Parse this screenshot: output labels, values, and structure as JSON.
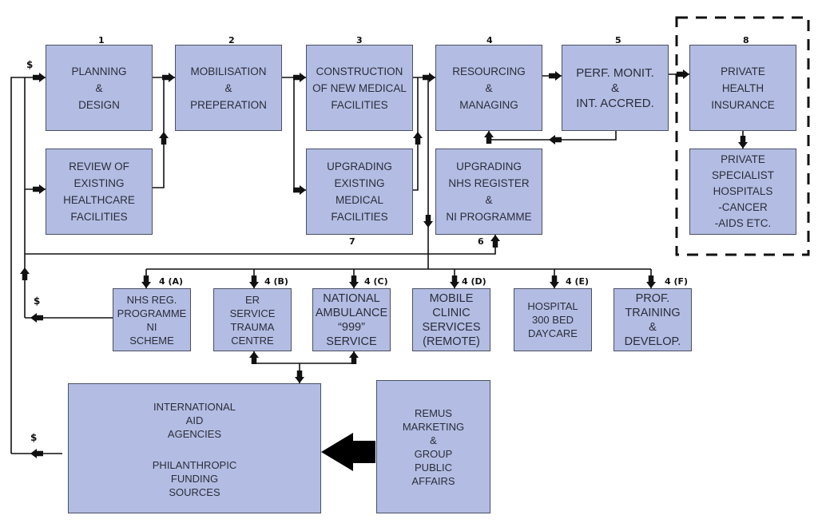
{
  "diagram": {
    "colors": {
      "box_fill": "#b3bde3",
      "box_border": "#4a4f63",
      "line": "#111111",
      "text": "#2a2d3a"
    },
    "stages": [
      {
        "id": "1",
        "number": "1",
        "lines": [
          "PLANNING",
          "&",
          "DESIGN"
        ]
      },
      {
        "id": "2",
        "number": "2",
        "lines": [
          "MOBILISATION",
          "&",
          "PREPERATION"
        ]
      },
      {
        "id": "3",
        "number": "3",
        "lines": [
          "CONSTRUCTION",
          "OF NEW MEDICAL",
          "FACILITIES"
        ]
      },
      {
        "id": "4",
        "number": "4",
        "lines": [
          "RESOURCING",
          "&",
          "MANAGING"
        ]
      },
      {
        "id": "5",
        "number": "5",
        "lines": [
          "PERF. MONIT.",
          "&",
          "INT. ACCRED."
        ]
      },
      {
        "id": "8",
        "number": "8",
        "lines": [
          "PRIVATE",
          "HEALTH",
          "INSURANCE"
        ]
      }
    ],
    "secondary": [
      {
        "id": "review",
        "lines": [
          "REVIEW OF",
          "EXISTING",
          "HEALTHCARE",
          "FACILITIES"
        ]
      },
      {
        "id": "7",
        "number": "7",
        "lines": [
          "UPGRADING",
          "EXISTING",
          "MEDICAL",
          "FACILITIES"
        ]
      },
      {
        "id": "6",
        "number": "6",
        "lines": [
          "UPGRADING",
          "NHS REGISTER",
          "&",
          "NI PROGRAMME"
        ]
      },
      {
        "id": "private-specialist",
        "lines": [
          "PRIVATE",
          "SPECIALIST",
          "HOSPITALS",
          "-CANCER",
          "-AIDS ETC."
        ]
      }
    ],
    "sub_services": [
      {
        "id": "4A",
        "label": "4 (A)",
        "lines": [
          "NHS REG.",
          "PROGRAMME",
          "NI",
          "SCHEME"
        ]
      },
      {
        "id": "4B",
        "label": "4 (B)",
        "lines": [
          "ER",
          "SERVICE",
          "TRAUMA",
          "CENTRE"
        ]
      },
      {
        "id": "4C",
        "label": "4 (C)",
        "lines": [
          "NATIONAL",
          "AMBULANCE",
          "“999”",
          "SERVICE"
        ]
      },
      {
        "id": "4D",
        "label": "4 (D)",
        "lines": [
          "MOBILE",
          "CLINIC",
          "SERVICES",
          "(REMOTE)"
        ]
      },
      {
        "id": "4E",
        "label": "4 (E)",
        "lines": [
          "HOSPITAL",
          "300 BED",
          "DAYCARE"
        ]
      },
      {
        "id": "4F",
        "label": "4 (F)",
        "lines": [
          "PROF.",
          "TRAINING",
          "&",
          "DEVELOP."
        ]
      }
    ],
    "funding": {
      "top_lines": [
        "INTERNATIONAL",
        "AID",
        "AGENCIES"
      ],
      "bottom_lines": [
        "PHILANTHROPIC",
        "FUNDING",
        "SOURCES"
      ]
    },
    "marketing": {
      "lines": [
        "REMUS",
        "MARKETING",
        "&",
        "GROUP",
        "PUBLIC",
        "AFFAIRS"
      ]
    },
    "money_symbol": "$"
  }
}
